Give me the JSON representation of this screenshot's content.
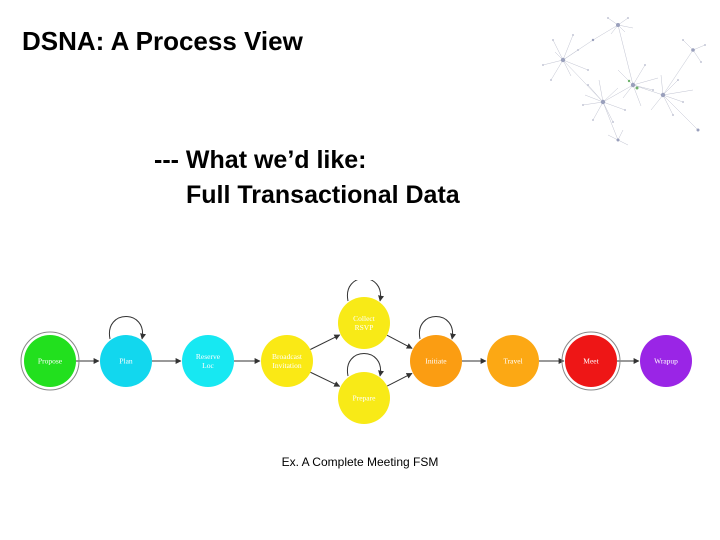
{
  "slide": {
    "title": "DSNA: A Process View",
    "subtitle_line1": "--- What we’d like:",
    "subtitle_line2": "Full Transactional Data",
    "caption": "Ex. A Complete Meeting FSM"
  },
  "fsm": {
    "states": [
      {
        "id": "propose",
        "label": [
          "Propose"
        ],
        "color": "#22e01e"
      },
      {
        "id": "plan",
        "label": [
          "Plan"
        ],
        "color": "#12d7ee"
      },
      {
        "id": "reserve-loc",
        "label": [
          "Reserve",
          "Loc"
        ],
        "color": "#17e8f2"
      },
      {
        "id": "broadcast-invitation",
        "label": [
          "Broadcast",
          "Invitation"
        ],
        "color": "#fae915"
      },
      {
        "id": "collect-rsvp",
        "label": [
          "Collect",
          "RSVP"
        ],
        "color": "#f8ea17"
      },
      {
        "id": "prepare",
        "label": [
          "Prepare"
        ],
        "color": "#f8ea17"
      },
      {
        "id": "initiate",
        "label": [
          "Initiate"
        ],
        "color": "#fb9d12"
      },
      {
        "id": "travel",
        "label": [
          "Travel"
        ],
        "color": "#fca814"
      },
      {
        "id": "meet",
        "label": [
          "Meet"
        ],
        "color": "#ee1616"
      },
      {
        "id": "wrapup",
        "label": [
          "Wrapup"
        ],
        "color": "#9a25e6"
      }
    ],
    "transitions": [
      {
        "from": "propose",
        "to": "plan"
      },
      {
        "from": "plan",
        "to": "plan",
        "self_loop": true
      },
      {
        "from": "plan",
        "to": "reserve-loc"
      },
      {
        "from": "reserve-loc",
        "to": "broadcast-invitation"
      },
      {
        "from": "broadcast-invitation",
        "to": "collect-rsvp"
      },
      {
        "from": "broadcast-invitation",
        "to": "prepare"
      },
      {
        "from": "collect-rsvp",
        "to": "collect-rsvp",
        "self_loop": true
      },
      {
        "from": "prepare",
        "to": "prepare",
        "self_loop": true
      },
      {
        "from": "collect-rsvp",
        "to": "initiate"
      },
      {
        "from": "prepare",
        "to": "initiate"
      },
      {
        "from": "initiate",
        "to": "initiate",
        "self_loop": true
      },
      {
        "from": "initiate",
        "to": "travel"
      },
      {
        "from": "travel",
        "to": "meet"
      },
      {
        "from": "meet",
        "to": "wrapup"
      }
    ]
  }
}
